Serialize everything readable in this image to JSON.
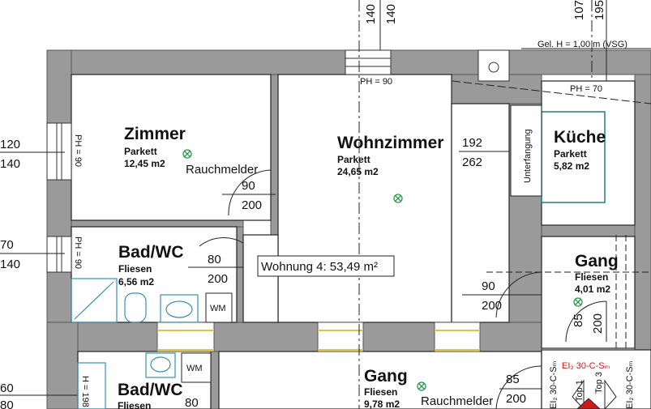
{
  "rooms": {
    "zimmer": {
      "name": "Zimmer",
      "material": "Parkett",
      "area": "12,45 m2"
    },
    "wohnzimmer": {
      "name": "Wohnzimmer",
      "material": "Parkett",
      "area": "24,65 m2"
    },
    "kueche": {
      "name": "Küche",
      "material": "Parkett",
      "area": "5,82 m2"
    },
    "badwc1": {
      "name": "Bad/WC",
      "material": "Fliesen",
      "area": "6,56 m2"
    },
    "gang1": {
      "name": "Gang",
      "material": "Fliesen",
      "area": "4,01 m2"
    },
    "gang2": {
      "name": "Gang",
      "material": "Fliesen",
      "area": "9,78 m2"
    },
    "badwc2": {
      "name": "Bad/WC",
      "material": "Fliesen"
    }
  },
  "labels": {
    "rauchmelder": "Rauchmelder",
    "unterfangung": "Unterfangung",
    "wm": "WM",
    "wohnung": "Wohnung 4: 53,49 m²",
    "gel_h": "Gel. H = 1,00 m (VSG)",
    "ph90": "PH = 90",
    "ph70": "PH = 70",
    "ph198": "H = 198",
    "fire_rating": "EI₂ 30-C-Sₘ",
    "top1": "Top 1",
    "top3": "Top 3"
  },
  "dims": {
    "top_a": "140",
    "top_b": "140",
    "top_c": "107",
    "top_d": "195",
    "left_1a": "120",
    "left_1b": "140",
    "left_2a": "70",
    "left_2b": "140",
    "left_3a": "60",
    "left_3b": "80",
    "zimmer_door_w": "90",
    "zimmer_door_h": "200",
    "bad_door_w": "80",
    "bad_door_h": "200",
    "kitchen_w": "192",
    "kitchen_h": "262",
    "gang_door_w": "90",
    "gang_door_h": "200",
    "entry_w": "85",
    "entry_h": "200",
    "lower_w": "85",
    "lower_h": "200",
    "bad2_door_w": "80"
  },
  "colors": {
    "wall": "#9a9a9a",
    "kitchen_counter": "#1a7f8a",
    "fixture": "#3a8fb0",
    "smoke_detector": "#2a9a4a",
    "fire_text": "#d01818",
    "window_mark": "#d9c64a"
  }
}
